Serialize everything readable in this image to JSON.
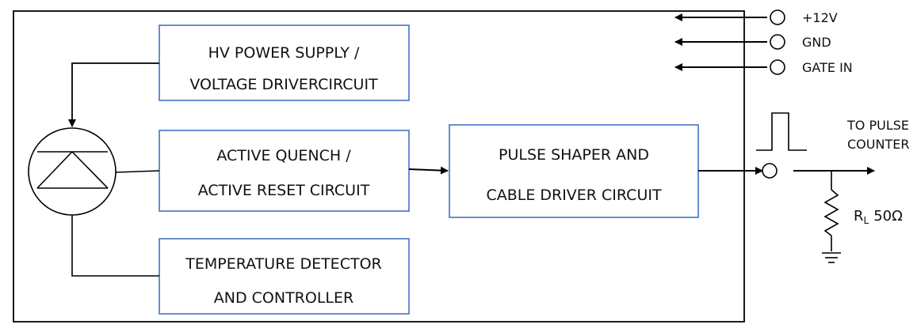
{
  "blocks": {
    "hv_supply": {
      "line1": "HV POWER SUPPLY /",
      "line2": "VOLTAGE DRIVERCIRCUIT"
    },
    "quench": {
      "line1": "ACTIVE QUENCH /",
      "line2": "ACTIVE RESET CIRCUIT"
    },
    "temperature": {
      "line1": "TEMPERATURE DETECTOR",
      "line2": "AND CONTROLLER"
    },
    "pulse_shaper": {
      "line1": "PULSE SHAPER AND",
      "line2": "CABLE DRIVER CIRCUIT"
    }
  },
  "terminals": {
    "plus12v": "+12V",
    "gnd": "GND",
    "gate_in": "GATE IN"
  },
  "output": {
    "line1": "TO PULSE",
    "line2": "COUNTER"
  },
  "resistor": {
    "symbol": "R",
    "subscript": "L",
    "value": "50Ω"
  },
  "colors": {
    "block_border": "#4472c4",
    "line": "#000000"
  }
}
